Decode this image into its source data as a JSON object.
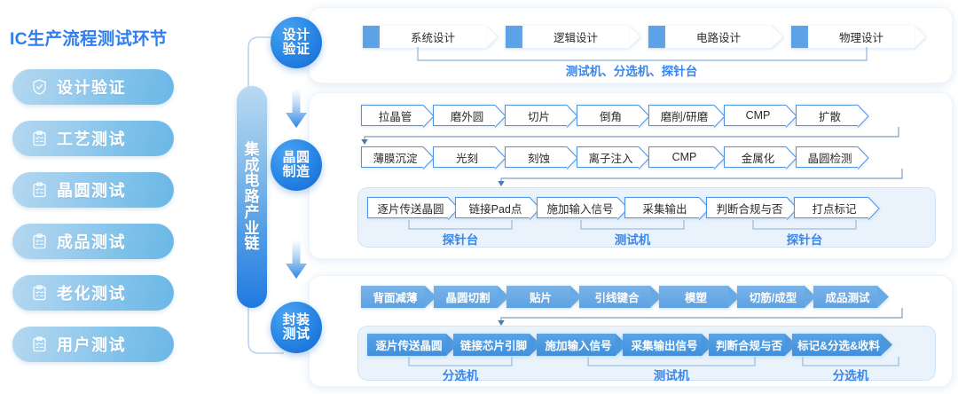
{
  "page_title": "IC生产流程测试环节",
  "accent_color": "#2f7ef0",
  "sidebar": {
    "items": [
      {
        "label": "设计验证",
        "icon": "shield-check-icon"
      },
      {
        "label": "工艺测试",
        "icon": "clipboard-icon"
      },
      {
        "label": "晶圆测试",
        "icon": "clipboard-icon"
      },
      {
        "label": "成品测试",
        "icon": "clipboard-icon"
      },
      {
        "label": "老化测试",
        "icon": "clipboard-icon"
      },
      {
        "label": "用户测试",
        "icon": "clipboard-icon"
      }
    ]
  },
  "chain": {
    "label": "集成电路产业链",
    "chars": [
      "集",
      "成",
      "电",
      "路",
      "产",
      "业",
      "链"
    ]
  },
  "stages": [
    {
      "line1": "设计",
      "line2": "验证"
    },
    {
      "line1": "晶圆",
      "line2": "制造"
    },
    {
      "line1": "封装",
      "line2": "测试"
    }
  ],
  "sections": {
    "design_verification": {
      "steps": [
        "系统设计",
        "逻辑设计",
        "电路设计",
        "物理设计"
      ],
      "caption": "测试机、分选机、探针台"
    },
    "wafer_manufacturing": {
      "row1": [
        "拉晶管",
        "磨外圆",
        "切片",
        "倒角",
        "磨削/研磨",
        "CMP",
        "扩散"
      ],
      "row2": [
        "薄膜沉淀",
        "光刻",
        "刻蚀",
        "离子注入",
        "CMP",
        "金属化",
        "晶圆检测"
      ],
      "test_row": [
        "逐片传送晶圆",
        "链接Pad点",
        "施加输入信号",
        "采集输出",
        "判断合规与否",
        "打点标记"
      ],
      "captions": [
        "探针台",
        "测试机",
        "探针台"
      ]
    },
    "packaging_test": {
      "row1": [
        "背面减薄",
        "晶圆切割",
        "贴片",
        "引线键合",
        "模塑",
        "切筋/成型",
        "成品测试"
      ],
      "test_row": [
        "逐片传送晶圆",
        "链接芯片引脚",
        "施加输入信号",
        "采集输出信号",
        "判断合规与否",
        "标记&分选&收料"
      ],
      "captions": [
        "分选机",
        "测试机",
        "分选机"
      ]
    }
  }
}
